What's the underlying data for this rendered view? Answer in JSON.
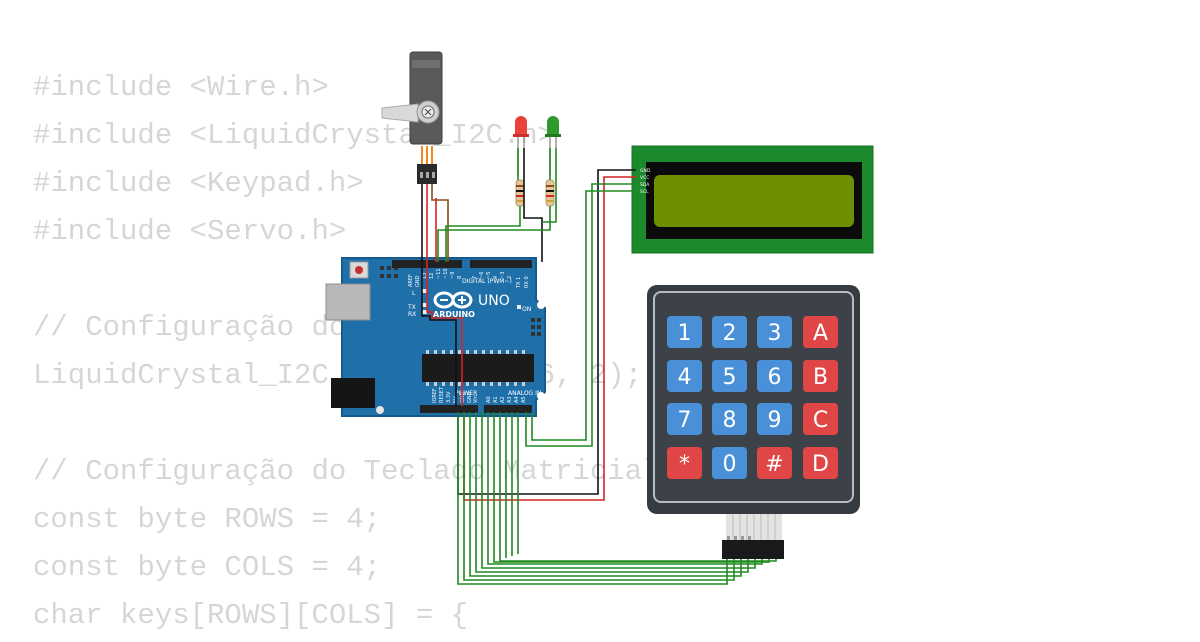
{
  "code": {
    "lines": [
      "#include <Wire.h>",
      "#include <LiquidCrystal_I2C.h>",
      "#include <Keypad.h>",
      "#include <Servo.h>",
      "",
      "// Configuração do LCD",
      "LiquidCrystal_I2C lcd(0x27, 16, 2);",
      "",
      "// Configuração do Teclado Matricial",
      "const byte ROWS = 4;",
      "const byte COLS = 4;",
      "char keys[ROWS][COLS] = {"
    ]
  },
  "arduino": {
    "brand": "ARDUINO",
    "model": "UNO",
    "digital_header": "DIGITAL (PWM~)",
    "analog_header": "ANALOG IN",
    "power_header": "POWER",
    "on_label": "ON",
    "l_label": "L",
    "tx_label": "TX",
    "rx_label": "RX",
    "aref_label": "AREF",
    "gnd_label": "GND",
    "ioref_label": "IOREF",
    "reset_label": "RESET",
    "v33_label": "3.3V",
    "v5_label": "5V",
    "vin_label": "Vin",
    "digital_pins": [
      "13",
      "12",
      "~11",
      "~10",
      "~9",
      "8",
      "7",
      "~6",
      "~5",
      "4",
      "~3",
      "2",
      "TX 1",
      "RX 0"
    ],
    "analog_pins": [
      "A0",
      "A1",
      "A2",
      "A3",
      "A4",
      "A5"
    ]
  },
  "lcd": {
    "pin_labels": [
      "GND",
      "VCC",
      "SDA",
      "SCL"
    ],
    "screen_color": "#6d8f00"
  },
  "keypad": {
    "keys": [
      [
        "1",
        "2",
        "3",
        "A"
      ],
      [
        "4",
        "5",
        "6",
        "B"
      ],
      [
        "7",
        "8",
        "9",
        "C"
      ],
      [
        "*",
        "0",
        "#",
        "D"
      ]
    ],
    "blue_key": "#4a90d9",
    "red_key": "#e04646"
  },
  "leds": [
    {
      "color": "red",
      "hex": "#e8423a"
    },
    {
      "color": "green",
      "hex": "#2e9a2e"
    }
  ],
  "wire_colors": {
    "green": "#1f8a1f",
    "red": "#d62424",
    "black": "#111111",
    "brown": "#8b4a1c",
    "orange": "#f08a1c"
  }
}
